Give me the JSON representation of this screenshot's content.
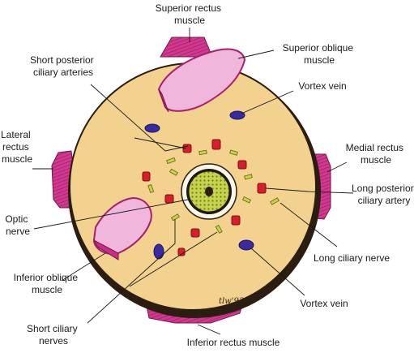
{
  "diagram": {
    "labels": {
      "superior_rectus": [
        "Superior rectus",
        "muscle"
      ],
      "superior_oblique": [
        "Superior oblique",
        "muscle"
      ],
      "short_posterior_ciliary_arteries": [
        "Short posterior",
        "ciliary arteries"
      ],
      "vortex_vein_upper": [
        "Vortex vein"
      ],
      "lateral_rectus": [
        "Lateral",
        "rectus",
        "muscle"
      ],
      "medial_rectus": [
        "Medial rectus",
        "muscle"
      ],
      "long_posterior_ciliary_artery": [
        "Long posterior",
        "ciliary artery"
      ],
      "optic_nerve": [
        "Optic",
        "nerve"
      ],
      "long_ciliary_nerve": [
        "Long ciliary nerve"
      ],
      "inferior_oblique": [
        "Inferior oblique",
        "muscle"
      ],
      "vortex_vein_lower": [
        "Vortex vein"
      ],
      "short_ciliary_nerves": [
        "Short ciliary",
        "nerves"
      ],
      "inferior_rectus": [
        "Inferior rectus muscle"
      ]
    },
    "signature": "tlw'93",
    "colors": {
      "globe": "#f3d28f",
      "globe_outline": "#2b1d10",
      "muscle": "#d2388f",
      "muscle_dark": "#a3236b",
      "tendon_pale": "#f0b6dc",
      "artery": "#d81e2c",
      "vein": "#3a2aa0",
      "nerve": "#c9d24a",
      "optic_nerve": "#c6d34f"
    }
  }
}
